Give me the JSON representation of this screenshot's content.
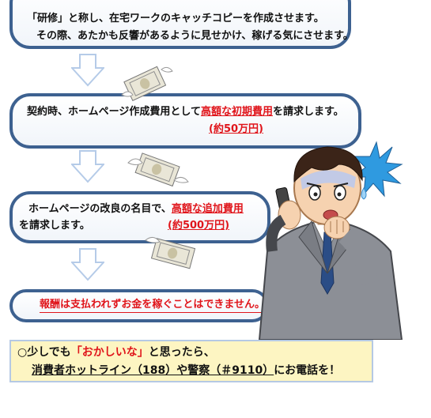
{
  "step1": {
    "line1": "「研修」と称し、在宅ワークのキャッチコピーを作成させます。",
    "line2": "その際、あたかも反響があるように見せかけ、稼げる気にさせます。"
  },
  "step2": {
    "text": "契約時、ホームページ作成費用として",
    "highlight": "高額な初期費用",
    "tail": "を請求します。",
    "amount": "(約50万円)"
  },
  "step3": {
    "text": "ホームページの改良の名目で、",
    "highlight": "高額な追加費用",
    "tail": "を請求します。",
    "amount": "(約500万円)"
  },
  "step4": {
    "text": "報酬は支払われずお金を稼ぐことはできません。"
  },
  "notice": {
    "prefix": "○少しでも",
    "quote": "「おかしいな」",
    "mid": "と思ったら、",
    "hotline": "消費者ホットライン（188）や警察（＃9110）",
    "tail": "にお電話を！"
  },
  "colors": {
    "border": "#3d6190",
    "arrow": "#b5cbe8",
    "warning": "#e0151b",
    "notice_bg": "#fdf5c2"
  }
}
